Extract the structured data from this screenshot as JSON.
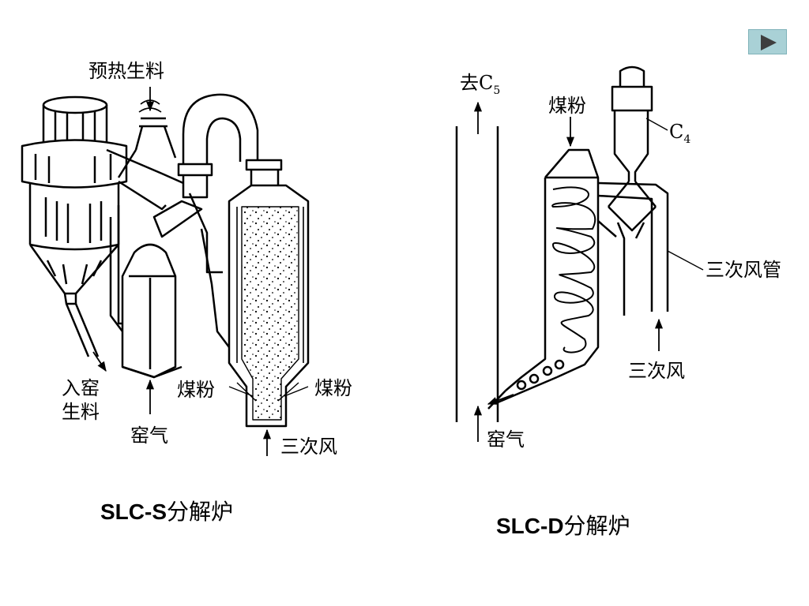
{
  "slide": {
    "next_button_icon": "play-triangle-icon",
    "accent_color": "#a9d1d6"
  },
  "left_diagram": {
    "caption_latin": "SLC-S",
    "caption_cn": "分解炉",
    "labels": {
      "preheated_meal": "预热生料",
      "meal_to_kiln_1": "入窑",
      "meal_to_kiln_2": "生料",
      "kiln_gas": "窑气",
      "coal_left": "煤粉",
      "coal_right": "煤粉",
      "tertiary_air": "三次风"
    }
  },
  "right_diagram": {
    "caption_latin": "SLC-D",
    "caption_cn": "分解炉",
    "labels": {
      "to_c5_prefix": "去C",
      "to_c5_sub": "5",
      "coal": "煤粉",
      "c4_prefix": "C",
      "c4_sub": "4",
      "tertiary_duct": "三次风管",
      "tertiary_air": "三次风",
      "kiln_gas": "窑气"
    }
  }
}
